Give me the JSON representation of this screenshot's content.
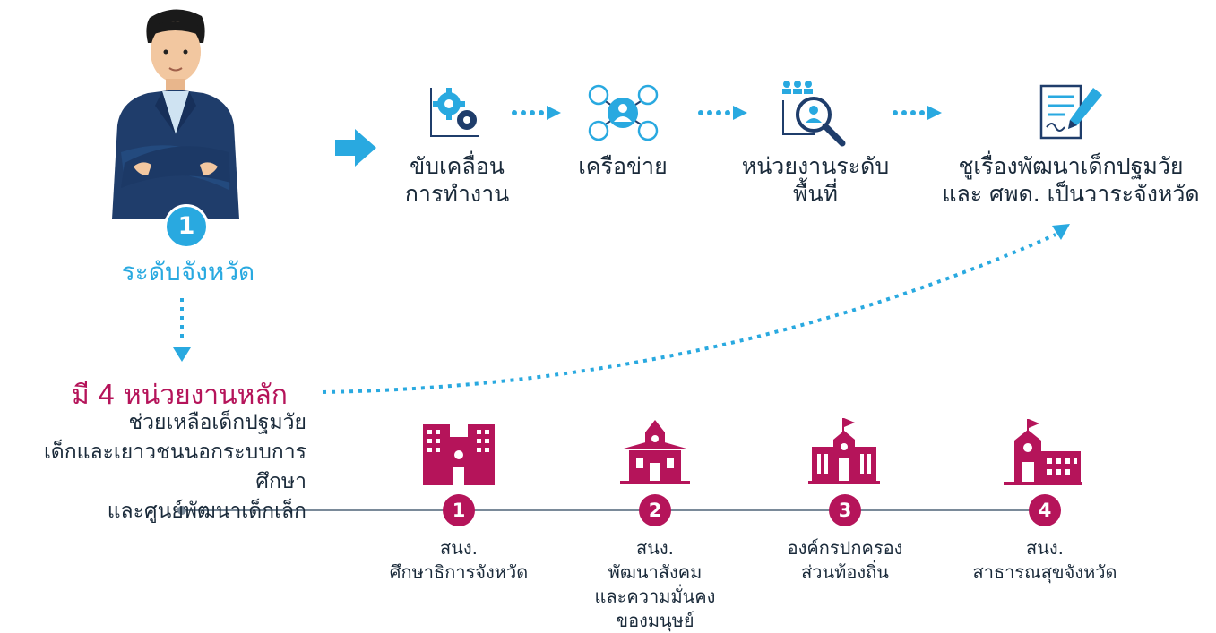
{
  "level": {
    "number": "1",
    "label": "ระดับจังหวัด"
  },
  "steps": [
    {
      "label_line1": "ขับเคลื่อน",
      "label_line2": "การทำงาน",
      "icon": "gears-icon"
    },
    {
      "label_line1": "เครือข่าย",
      "label_line2": "",
      "icon": "network-icon"
    },
    {
      "label_line1": "หน่วยงานระดับ",
      "label_line2": "พื้นที่",
      "icon": "search-people-icon"
    },
    {
      "label_line1": "ชูเรื่องพัฒนาเด็กปฐมวัย",
      "label_line2": "และ ศพด. เป็นวาระจังหวัด",
      "icon": "document-sign-icon"
    }
  ],
  "main": {
    "title": "มี 4 หน่วยงานหลัก",
    "subtitle_line1": "ช่วยเหลือเด็กปฐมวัย",
    "subtitle_line2": "เด็กและเยาวชนนอกระบบการศึกษา",
    "subtitle_line3": "และศูนย์พัฒนาเด็กเล็ก"
  },
  "agencies": [
    {
      "number": "1",
      "line1": "สนง.",
      "line2": "ศึกษาธิการจังหวัด",
      "line3": "",
      "line4": "",
      "icon": "education-office-building-icon"
    },
    {
      "number": "2",
      "line1": "สนง.",
      "line2": "พัฒนาสังคม",
      "line3": "และความมั่นคง",
      "line4": "ของมนุษย์",
      "icon": "social-development-building-icon"
    },
    {
      "number": "3",
      "line1": "องค์กรปกครอง",
      "line2": "ส่วนท้องถิ่น",
      "line3": "",
      "line4": "",
      "icon": "local-government-building-icon"
    },
    {
      "number": "4",
      "line1": "สนง.",
      "line2": "สาธารณสุขจังหวัด",
      "line3": "",
      "line4": "",
      "icon": "public-health-building-icon"
    }
  ],
  "colors": {
    "blue": "#29a9e0",
    "pink": "#b5145a",
    "navy": "#1f3d6b",
    "line": "#7a8a99"
  }
}
